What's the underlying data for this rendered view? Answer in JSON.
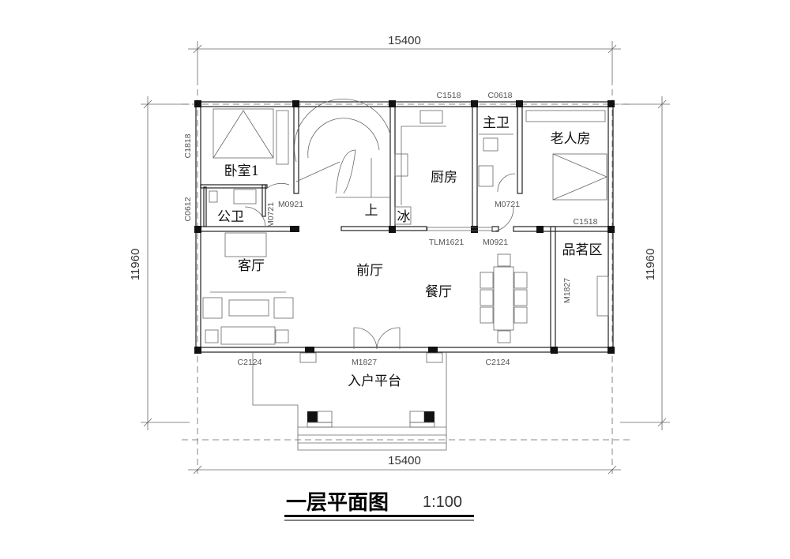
{
  "dimensions": {
    "top": "15400",
    "bottom": "15400",
    "left": "11960",
    "right": "11960"
  },
  "rooms": {
    "bedroom1": "卧室1",
    "public_bath": "公卫",
    "stairs_up": "上",
    "fridge": "冰",
    "kitchen": "厨房",
    "master_bath": "主卫",
    "elder_room": "老人房",
    "living_room": "客厅",
    "foyer": "前厅",
    "dining_room": "餐厅",
    "tea_area": "品茗区",
    "entry_platform": "入户平台"
  },
  "openings": {
    "c1518_top": "C1518",
    "c0618": "C0618",
    "c1818": "C1818",
    "c0612": "C0612",
    "m0921_bed": "M0921",
    "m0721_bath": "M0721",
    "m0721_master": "M0721",
    "c1518_elder": "C1518",
    "tlm1621": "TLM1621",
    "m0921_elder": "M0921",
    "m1827_tea": "M1827",
    "c2124_left": "C2124",
    "m1827_entry": "M1827",
    "c2124_right": "C2124"
  },
  "title": "一层平面图",
  "scale": "1:100"
}
